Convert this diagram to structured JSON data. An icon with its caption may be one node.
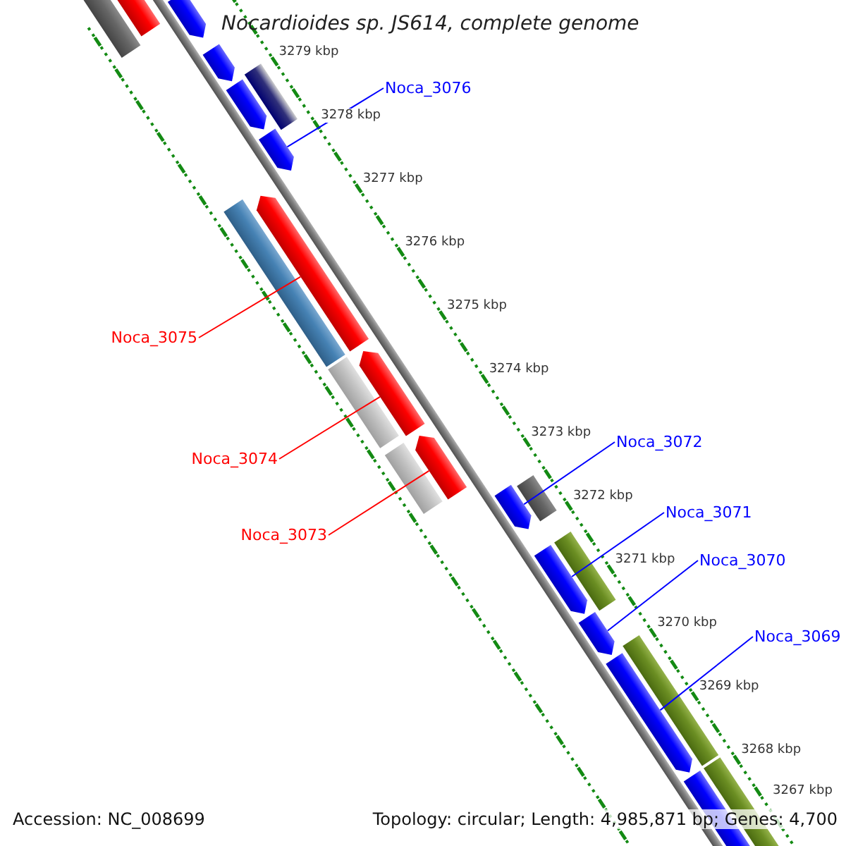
{
  "diagram": {
    "title": "Nocardioides sp. JS614, complete genome",
    "nodes": [
      {
        "text": [
          "Noca_3076"
        ]
      },
      {
        "text": [],
        "shape": "bar"
      },
      {
        "text": [
          "Noca_3075"
        ]
      },
      {
        "text": [],
        "shape": "bar"
      },
      {
        "text": [
          "Noca_3072"
        ]
      },
      {
        "text": [],
        "shape": "bar"
      },
      {
        "text": [
          "Noca_3074"
        ]
      },
      {
        "text": [],
        "shape": "bar"
      },
      {
        "text": [
          "Noca_3071"
        ]
      },
      {
        "text": [],
        "shape": "bar"
      },
      {
        "text": [
          "Noca_3073"
        ]
      },
      {
        "text": [],
        "shape": "bar"
      },
      {
        "text": [
          "Noca_3070"
        ]
      },
      {
        "text": [],
        "shape": "bar"
      },
      {
        "text": [
          "Noca_3069"
        ]
      },
      {
        "text": [],
        "shape": "bar"
      }
    ],
    "edges": [
      {
        "from": 0,
        "to": 1,
        "arrow": "none"
      },
      {
        "from": 2,
        "to": 3,
        "arrow": "none",
        "color": "#ff0000"
      },
      {
        "from": 4,
        "to": 5,
        "arrow": "none"
      },
      {
        "from": 6,
        "to": 7,
        "arrow": "none",
        "color": "#ff0000"
      },
      {
        "from": 8,
        "to": 9,
        "arrow": "none"
      },
      {
        "from": 10,
        "to": 11,
        "arrow": "none",
        "color": "#ff0000"
      },
      {
        "from": 12,
        "to": 13,
        "arrow": "none"
      },
      {
        "from": 14,
        "to": 15,
        "arrow": "none"
      }
    ],
    "labels": [
      "3279 kbp",
      "3278 kbp",
      "3277 kbp",
      "3276 kbp",
      "3275 kbp",
      "3274 kbp",
      "3273 kbp",
      "3272 kbp",
      "3271 kbp",
      "3270 kbp",
      "3269 kbp",
      "3268 kbp",
      "3267 kbp",
      "Accession: NC_008699",
      "Topology: circular; Length: 4,985,871 bp; Genes: 4,700"
    ]
  }
}
